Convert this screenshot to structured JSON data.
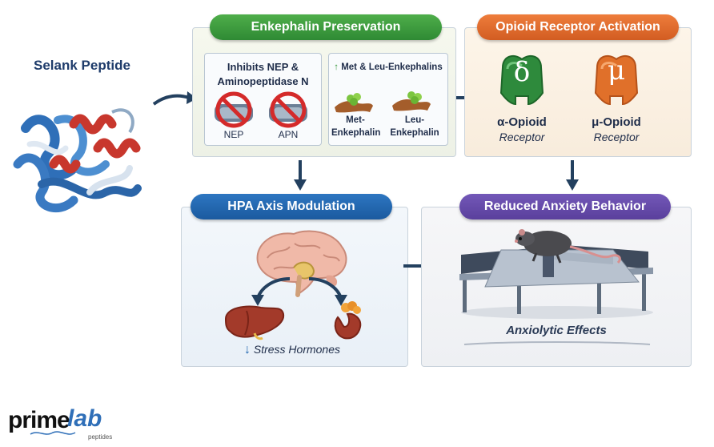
{
  "selank": {
    "title": "Selank Peptide"
  },
  "enkephalin": {
    "header": "Enkephalin Preservation",
    "inhibits_line1": "Inhibits NEP &",
    "inhibits_line2": "Aminopeptidase N",
    "nep": "NEP",
    "apn": "APN",
    "met_leu": "Met & Leu-Enkephalins",
    "met_line1": "Met-",
    "met_line2": "Enkephalin",
    "leu_line1": "Leu-",
    "leu_line2": "Enkephalin"
  },
  "opioid": {
    "header": "Opioid Receptor Activation",
    "delta_symbol": "δ",
    "mu_symbol": "μ",
    "delta_line1": "α-Opioid",
    "delta_line2": "Receptor",
    "mu_line1": "μ-Opioid",
    "mu_line2": "Receptor"
  },
  "hpa": {
    "header": "HPA Axis Modulation",
    "stress": "Stress Hormones"
  },
  "anxiety": {
    "header": "Reduced Anxiety Behavior",
    "effects": "Anxiolytic Effects"
  },
  "logo": {
    "prime": "prime",
    "lab": "lab",
    "sub": "peptides"
  },
  "colors": {
    "green_header": "#3a9a3e",
    "orange_header": "#e06a2c",
    "blue_header": "#2166b0",
    "purple_header": "#644aa8",
    "arrow": "#23405f",
    "text": "#1f2d4a"
  }
}
